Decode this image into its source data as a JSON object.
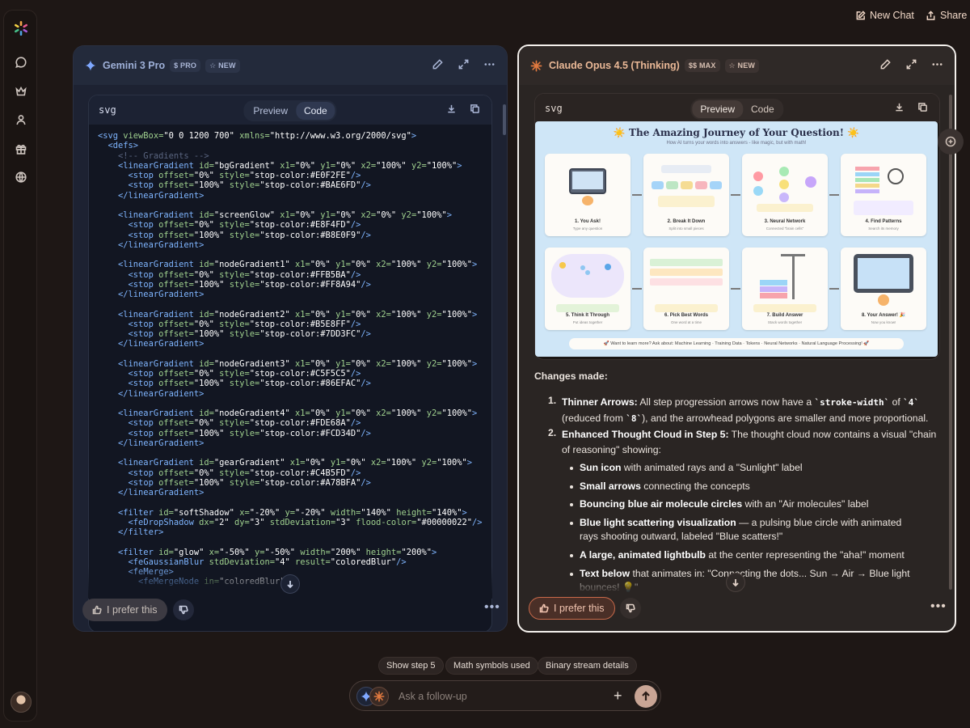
{
  "top_actions": {
    "new_chat": "New Chat",
    "share": "Share"
  },
  "left_panel": {
    "model_name": "Gemini 3 Pro",
    "tier_badge": "$ PRO",
    "new_badge": "☆ NEW",
    "card_lang": "svg",
    "tabs": [
      "Preview",
      "Code"
    ],
    "active_tab": "Code",
    "prefer_label": "I prefer this"
  },
  "code_lines": [
    [
      [
        "t",
        "<svg "
      ],
      [
        "a",
        "viewBox="
      ],
      [
        "s",
        "\"0 0 1200 700\""
      ],
      [
        "a",
        " xmlns="
      ],
      [
        "s",
        "\"http://www.w3.org/2000/svg\""
      ],
      [
        "t",
        ">"
      ]
    ],
    [
      [
        "p",
        "  "
      ],
      [
        "t",
        "<defs>"
      ]
    ],
    [
      [
        "p",
        "    "
      ],
      [
        "c",
        "<!-- Gradients -->"
      ]
    ],
    [
      [
        "p",
        "    "
      ],
      [
        "t",
        "<linearGradient "
      ],
      [
        "a",
        "id="
      ],
      [
        "s",
        "\"bgGradient\""
      ],
      [
        "a",
        " x1="
      ],
      [
        "s",
        "\"0%\""
      ],
      [
        "a",
        " y1="
      ],
      [
        "s",
        "\"0%\""
      ],
      [
        "a",
        " x2="
      ],
      [
        "s",
        "\"100%\""
      ],
      [
        "a",
        " y2="
      ],
      [
        "s",
        "\"100%\""
      ],
      [
        "t",
        ">"
      ]
    ],
    [
      [
        "p",
        "      "
      ],
      [
        "t",
        "<stop "
      ],
      [
        "a",
        "offset="
      ],
      [
        "s",
        "\"0%\""
      ],
      [
        "a",
        " style="
      ],
      [
        "s",
        "\"stop-color:#E0F2FE\""
      ],
      [
        "t",
        "/>"
      ]
    ],
    [
      [
        "p",
        "      "
      ],
      [
        "t",
        "<stop "
      ],
      [
        "a",
        "offset="
      ],
      [
        "s",
        "\"100%\""
      ],
      [
        "a",
        " style="
      ],
      [
        "s",
        "\"stop-color:#BAE6FD\""
      ],
      [
        "t",
        "/>"
      ]
    ],
    [
      [
        "p",
        "    "
      ],
      [
        "t",
        "</linearGradient>"
      ]
    ],
    [],
    [
      [
        "p",
        "    "
      ],
      [
        "t",
        "<linearGradient "
      ],
      [
        "a",
        "id="
      ],
      [
        "s",
        "\"screenGlow\""
      ],
      [
        "a",
        " x1="
      ],
      [
        "s",
        "\"0%\""
      ],
      [
        "a",
        " y1="
      ],
      [
        "s",
        "\"0%\""
      ],
      [
        "a",
        " x2="
      ],
      [
        "s",
        "\"0%\""
      ],
      [
        "a",
        " y2="
      ],
      [
        "s",
        "\"100%\""
      ],
      [
        "t",
        ">"
      ]
    ],
    [
      [
        "p",
        "      "
      ],
      [
        "t",
        "<stop "
      ],
      [
        "a",
        "offset="
      ],
      [
        "s",
        "\"0%\""
      ],
      [
        "a",
        " style="
      ],
      [
        "s",
        "\"stop-color:#E8F4FD\""
      ],
      [
        "t",
        "/>"
      ]
    ],
    [
      [
        "p",
        "      "
      ],
      [
        "t",
        "<stop "
      ],
      [
        "a",
        "offset="
      ],
      [
        "s",
        "\"100%\""
      ],
      [
        "a",
        " style="
      ],
      [
        "s",
        "\"stop-color:#B8E0F9\""
      ],
      [
        "t",
        "/>"
      ]
    ],
    [
      [
        "p",
        "    "
      ],
      [
        "t",
        "</linearGradient>"
      ]
    ],
    [],
    [
      [
        "p",
        "    "
      ],
      [
        "t",
        "<linearGradient "
      ],
      [
        "a",
        "id="
      ],
      [
        "s",
        "\"nodeGradient1\""
      ],
      [
        "a",
        " x1="
      ],
      [
        "s",
        "\"0%\""
      ],
      [
        "a",
        " y1="
      ],
      [
        "s",
        "\"0%\""
      ],
      [
        "a",
        " x2="
      ],
      [
        "s",
        "\"100%\""
      ],
      [
        "a",
        " y2="
      ],
      [
        "s",
        "\"100%\""
      ],
      [
        "t",
        ">"
      ]
    ],
    [
      [
        "p",
        "      "
      ],
      [
        "t",
        "<stop "
      ],
      [
        "a",
        "offset="
      ],
      [
        "s",
        "\"0%\""
      ],
      [
        "a",
        " style="
      ],
      [
        "s",
        "\"stop-color:#FFB5BA\""
      ],
      [
        "t",
        "/>"
      ]
    ],
    [
      [
        "p",
        "      "
      ],
      [
        "t",
        "<stop "
      ],
      [
        "a",
        "offset="
      ],
      [
        "s",
        "\"100%\""
      ],
      [
        "a",
        " style="
      ],
      [
        "s",
        "\"stop-color:#FF8A94\""
      ],
      [
        "t",
        "/>"
      ]
    ],
    [
      [
        "p",
        "    "
      ],
      [
        "t",
        "</linearGradient>"
      ]
    ],
    [],
    [
      [
        "p",
        "    "
      ],
      [
        "t",
        "<linearGradient "
      ],
      [
        "a",
        "id="
      ],
      [
        "s",
        "\"nodeGradient2\""
      ],
      [
        "a",
        " x1="
      ],
      [
        "s",
        "\"0%\""
      ],
      [
        "a",
        " y1="
      ],
      [
        "s",
        "\"0%\""
      ],
      [
        "a",
        " x2="
      ],
      [
        "s",
        "\"100%\""
      ],
      [
        "a",
        " y2="
      ],
      [
        "s",
        "\"100%\""
      ],
      [
        "t",
        ">"
      ]
    ],
    [
      [
        "p",
        "      "
      ],
      [
        "t",
        "<stop "
      ],
      [
        "a",
        "offset="
      ],
      [
        "s",
        "\"0%\""
      ],
      [
        "a",
        " style="
      ],
      [
        "s",
        "\"stop-color:#B5E8FF\""
      ],
      [
        "t",
        "/>"
      ]
    ],
    [
      [
        "p",
        "      "
      ],
      [
        "t",
        "<stop "
      ],
      [
        "a",
        "offset="
      ],
      [
        "s",
        "\"100%\""
      ],
      [
        "a",
        " style="
      ],
      [
        "s",
        "\"stop-color:#7DD3FC\""
      ],
      [
        "t",
        "/>"
      ]
    ],
    [
      [
        "p",
        "    "
      ],
      [
        "t",
        "</linearGradient>"
      ]
    ],
    [],
    [
      [
        "p",
        "    "
      ],
      [
        "t",
        "<linearGradient "
      ],
      [
        "a",
        "id="
      ],
      [
        "s",
        "\"nodeGradient3\""
      ],
      [
        "a",
        " x1="
      ],
      [
        "s",
        "\"0%\""
      ],
      [
        "a",
        " y1="
      ],
      [
        "s",
        "\"0%\""
      ],
      [
        "a",
        " x2="
      ],
      [
        "s",
        "\"100%\""
      ],
      [
        "a",
        " y2="
      ],
      [
        "s",
        "\"100%\""
      ],
      [
        "t",
        ">"
      ]
    ],
    [
      [
        "p",
        "      "
      ],
      [
        "t",
        "<stop "
      ],
      [
        "a",
        "offset="
      ],
      [
        "s",
        "\"0%\""
      ],
      [
        "a",
        " style="
      ],
      [
        "s",
        "\"stop-color:#C5F5C5\""
      ],
      [
        "t",
        "/>"
      ]
    ],
    [
      [
        "p",
        "      "
      ],
      [
        "t",
        "<stop "
      ],
      [
        "a",
        "offset="
      ],
      [
        "s",
        "\"100%\""
      ],
      [
        "a",
        " style="
      ],
      [
        "s",
        "\"stop-color:#86EFAC\""
      ],
      [
        "t",
        "/>"
      ]
    ],
    [
      [
        "p",
        "    "
      ],
      [
        "t",
        "</linearGradient>"
      ]
    ],
    [],
    [
      [
        "p",
        "    "
      ],
      [
        "t",
        "<linearGradient "
      ],
      [
        "a",
        "id="
      ],
      [
        "s",
        "\"nodeGradient4\""
      ],
      [
        "a",
        " x1="
      ],
      [
        "s",
        "\"0%\""
      ],
      [
        "a",
        " y1="
      ],
      [
        "s",
        "\"0%\""
      ],
      [
        "a",
        " x2="
      ],
      [
        "s",
        "\"100%\""
      ],
      [
        "a",
        " y2="
      ],
      [
        "s",
        "\"100%\""
      ],
      [
        "t",
        ">"
      ]
    ],
    [
      [
        "p",
        "      "
      ],
      [
        "t",
        "<stop "
      ],
      [
        "a",
        "offset="
      ],
      [
        "s",
        "\"0%\""
      ],
      [
        "a",
        " style="
      ],
      [
        "s",
        "\"stop-color:#FDE68A\""
      ],
      [
        "t",
        "/>"
      ]
    ],
    [
      [
        "p",
        "      "
      ],
      [
        "t",
        "<stop "
      ],
      [
        "a",
        "offset="
      ],
      [
        "s",
        "\"100%\""
      ],
      [
        "a",
        " style="
      ],
      [
        "s",
        "\"stop-color:#FCD34D\""
      ],
      [
        "t",
        "/>"
      ]
    ],
    [
      [
        "p",
        "    "
      ],
      [
        "t",
        "</linearGradient>"
      ]
    ],
    [],
    [
      [
        "p",
        "    "
      ],
      [
        "t",
        "<linearGradient "
      ],
      [
        "a",
        "id="
      ],
      [
        "s",
        "\"gearGradient\""
      ],
      [
        "a",
        " x1="
      ],
      [
        "s",
        "\"0%\""
      ],
      [
        "a",
        " y1="
      ],
      [
        "s",
        "\"0%\""
      ],
      [
        "a",
        " x2="
      ],
      [
        "s",
        "\"100%\""
      ],
      [
        "a",
        " y2="
      ],
      [
        "s",
        "\"100%\""
      ],
      [
        "t",
        ">"
      ]
    ],
    [
      [
        "p",
        "      "
      ],
      [
        "t",
        "<stop "
      ],
      [
        "a",
        "offset="
      ],
      [
        "s",
        "\"0%\""
      ],
      [
        "a",
        " style="
      ],
      [
        "s",
        "\"stop-color:#C4B5FD\""
      ],
      [
        "t",
        "/>"
      ]
    ],
    [
      [
        "p",
        "      "
      ],
      [
        "t",
        "<stop "
      ],
      [
        "a",
        "offset="
      ],
      [
        "s",
        "\"100%\""
      ],
      [
        "a",
        " style="
      ],
      [
        "s",
        "\"stop-color:#A78BFA\""
      ],
      [
        "t",
        "/>"
      ]
    ],
    [
      [
        "p",
        "    "
      ],
      [
        "t",
        "</linearGradient>"
      ]
    ],
    [],
    [
      [
        "p",
        "    "
      ],
      [
        "t",
        "<filter "
      ],
      [
        "a",
        "id="
      ],
      [
        "s",
        "\"softShadow\""
      ],
      [
        "a",
        " x="
      ],
      [
        "s",
        "\"-20%\""
      ],
      [
        "a",
        " y="
      ],
      [
        "s",
        "\"-20%\""
      ],
      [
        "a",
        " width="
      ],
      [
        "s",
        "\"140%\""
      ],
      [
        "a",
        " height="
      ],
      [
        "s",
        "\"140%\""
      ],
      [
        "t",
        ">"
      ]
    ],
    [
      [
        "p",
        "      "
      ],
      [
        "t",
        "<feDropShadow "
      ],
      [
        "a",
        "dx="
      ],
      [
        "s",
        "\"2\""
      ],
      [
        "a",
        " dy="
      ],
      [
        "s",
        "\"3\""
      ],
      [
        "a",
        " stdDeviation="
      ],
      [
        "s",
        "\"3\""
      ],
      [
        "a",
        " flood-color="
      ],
      [
        "s",
        "\"#00000022\""
      ],
      [
        "t",
        "/>"
      ]
    ],
    [
      [
        "p",
        "    "
      ],
      [
        "t",
        "</filter>"
      ]
    ],
    [],
    [
      [
        "p",
        "    "
      ],
      [
        "t",
        "<filter "
      ],
      [
        "a",
        "id="
      ],
      [
        "s",
        "\"glow\""
      ],
      [
        "a",
        " x="
      ],
      [
        "s",
        "\"-50%\""
      ],
      [
        "a",
        " y="
      ],
      [
        "s",
        "\"-50%\""
      ],
      [
        "a",
        " width="
      ],
      [
        "s",
        "\"200%\""
      ],
      [
        "a",
        " height="
      ],
      [
        "s",
        "\"200%\""
      ],
      [
        "t",
        ">"
      ]
    ],
    [
      [
        "p",
        "      "
      ],
      [
        "t",
        "<feGaussianBlur "
      ],
      [
        "a",
        "stdDeviation="
      ],
      [
        "s",
        "\"4\""
      ],
      [
        "a",
        " result="
      ],
      [
        "s",
        "\"coloredBlur\""
      ],
      [
        "t",
        "/>"
      ]
    ],
    [
      [
        "p",
        "      "
      ],
      [
        "t",
        "<feMerge>"
      ]
    ],
    [
      [
        "p",
        "        "
      ],
      [
        "t",
        "<feMergeNode "
      ],
      [
        "a",
        "in="
      ],
      [
        "s",
        "\"coloredBlur\""
      ],
      [
        "t",
        "/>"
      ]
    ]
  ],
  "right_panel": {
    "model_name": "Claude Opus 4.5 (Thinking)",
    "tier_badge": "$$ MAX",
    "new_badge": "☆ NEW",
    "card_lang": "svg",
    "tabs": [
      "Preview",
      "Code"
    ],
    "active_tab": "Preview",
    "prefer_label": "I prefer this",
    "changes_heading": "Changes made:",
    "item1_bold": "Thinner Arrows:",
    "item1_a": " All step progression arrows now have a ",
    "item1_code1": "`stroke-width`",
    "item1_b": " of ",
    "item1_code2": "`4`",
    "item1_c": " (reduced from ",
    "item1_code3": "`8`",
    "item1_d": "), and the arrowhead polygons are smaller and more proportional.",
    "item2_bold": "Enhanced Thought Cloud in Step 5:",
    "item2_text": " The thought cloud now contains a visual \"chain of reasoning\" showing:",
    "bullets": [
      {
        "bold": "Sun icon",
        "text": " with animated rays and a \"Sunlight\" label"
      },
      {
        "bold": "Small arrows",
        "text": " connecting the concepts"
      },
      {
        "bold": "Bouncing blue air molecule circles",
        "text": " with an \"Air molecules\" label"
      },
      {
        "bold": "Blue light scattering visualization",
        "text": " — a pulsing blue circle with animated rays shooting outward, labeled \"Blue scatters!\""
      },
      {
        "bold": "A large, animated lightbulb",
        "text": " at the center representing the \"aha!\" moment"
      },
      {
        "bold": "Text below",
        "text": " that animates in: \"Connecting the dots... Sun → Air → Blue light bounces! 💡\""
      }
    ]
  },
  "preview": {
    "title": "☀️ The Amazing Journey of Your Question! ☀️",
    "subtitle": "How AI turns your words into answers - like magic, but with math!",
    "steps": [
      {
        "label": "1. You Ask!",
        "sub": "Type any question"
      },
      {
        "label": "2. Break It Down",
        "sub": "Split into small pieces"
      },
      {
        "label": "3. Neural Network",
        "sub": "Connected \"brain cells\""
      },
      {
        "label": "4. Find Patterns",
        "sub": "Search its memory"
      },
      {
        "label": "5. Think It Through",
        "sub": "Put ideas together"
      },
      {
        "label": "6. Pick Best Words",
        "sub": "One word at a time"
      },
      {
        "label": "7. Build Answer",
        "sub": "Stack words together"
      },
      {
        "label": "8. Your Answer! 🎉",
        "sub": "Now you know!"
      }
    ],
    "footer": "🚀 Want to learn more? Ask about: Machine Learning · Training Data · Tokens · Neural Networks · Natural Language Processing! 🚀"
  },
  "suggestions": [
    "Show step 5",
    "Math symbols used",
    "Binary stream details"
  ],
  "composer": {
    "placeholder": "Ask a follow-up"
  },
  "colors": {
    "left_accent": "#7fb5ff",
    "right_accent": "#eab896",
    "right_border": "#f4f0ec",
    "send_button": "#c9a595"
  },
  "icons": {
    "rail": [
      "app-logo-icon",
      "chat-icon",
      "crown-icon",
      "person-icon",
      "gift-icon",
      "globe-icon"
    ],
    "header": [
      "edit-icon",
      "expand-icon",
      "more-icon"
    ],
    "card": [
      "download-icon",
      "copy-icon"
    ]
  }
}
